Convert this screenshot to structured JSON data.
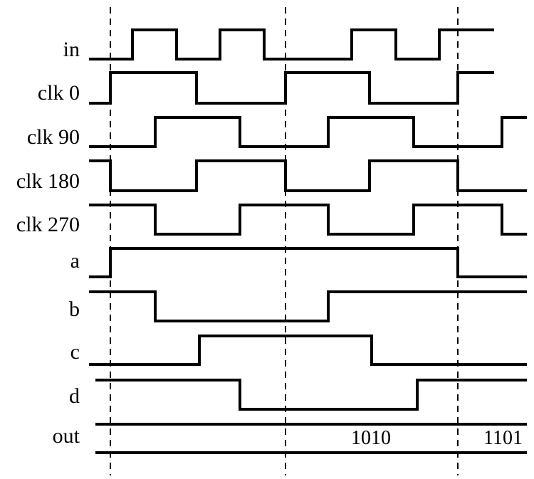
{
  "signals": [
    {
      "label": "in",
      "initial": 0,
      "transitions": [
        125,
        186,
        248,
        309,
        371,
        494,
        556,
        617
      ]
    },
    {
      "label": "clk 0",
      "initial": 0,
      "transitions": [
        155,
        276,
        401,
        519,
        643
      ]
    },
    {
      "label": "clk 90",
      "initial": 0,
      "transitions": [
        218,
        337,
        461,
        581,
        705
      ]
    },
    {
      "label": "clk 180",
      "initial": 1,
      "transitions": [
        155,
        276,
        401,
        519,
        643
      ]
    },
    {
      "label": "clk 270",
      "initial": 1,
      "transitions": [
        218,
        337,
        461,
        581,
        705
      ]
    },
    {
      "label": "a",
      "initial": 0,
      "transitions": [
        155,
        643
      ]
    },
    {
      "label": "b",
      "initial": 1,
      "transitions": [
        218,
        461
      ]
    },
    {
      "label": "c",
      "initial": 0,
      "transitions": [
        280,
        522
      ]
    },
    {
      "label": "d",
      "initial": 1,
      "transitions": [
        337,
        586
      ]
    }
  ],
  "bus": {
    "label": "out",
    "values": [
      "1010",
      "1101"
    ]
  }
}
